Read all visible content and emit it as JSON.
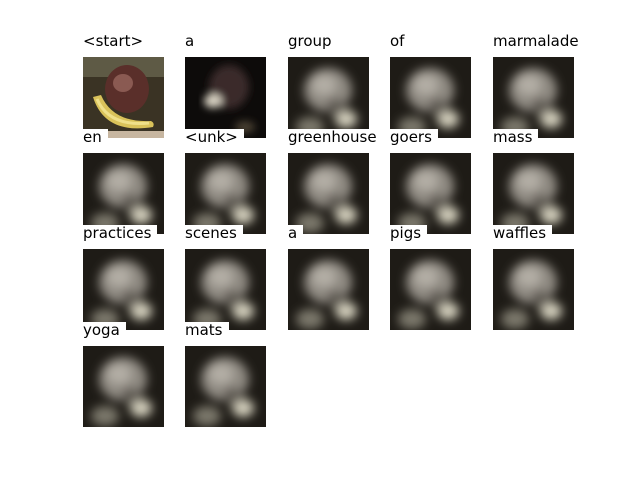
{
  "words": [
    "<start>",
    "a",
    "group",
    "of",
    "marmalade",
    "en",
    "<unk>",
    "greenhouse",
    "goers",
    "mass",
    "practices",
    "scenes",
    "a",
    "pigs",
    "waffles",
    "yoga",
    "mats"
  ],
  "colors": {
    "background": "#ffffff",
    "text": "#000000"
  }
}
